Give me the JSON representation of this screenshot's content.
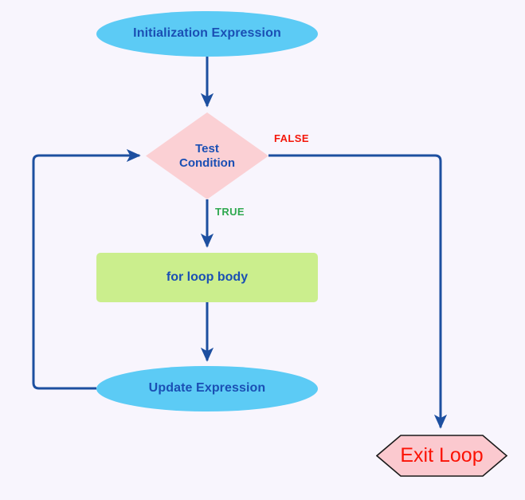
{
  "diagram": {
    "title": "for loop flowchart",
    "background_color": "#f8f5fd",
    "edge_color": "#1d4fa0"
  },
  "nodes": {
    "initialization": {
      "label": "Initialization Expression",
      "shape": "ellipse",
      "fill": "#5ccbf5",
      "text_color": "#1a4fb4"
    },
    "test_condition": {
      "label": "Test\nCondition",
      "shape": "diamond",
      "fill": "#fbd0d4",
      "text_color": "#1a4fb4"
    },
    "loop_body": {
      "label": "for loop body",
      "shape": "rectangle",
      "fill": "#cbee8d",
      "text_color": "#1a4fb4"
    },
    "update": {
      "label": "Update Expression",
      "shape": "ellipse",
      "fill": "#5ccbf5",
      "text_color": "#1a4fb4"
    },
    "exit_loop": {
      "label": "Exit Loop",
      "shape": "hexagon",
      "fill": "#fbc9cf",
      "stroke": "#1a1a1a",
      "text_color": "#fb1205"
    }
  },
  "edges": {
    "false_label": "FALSE",
    "true_label": "TRUE"
  }
}
